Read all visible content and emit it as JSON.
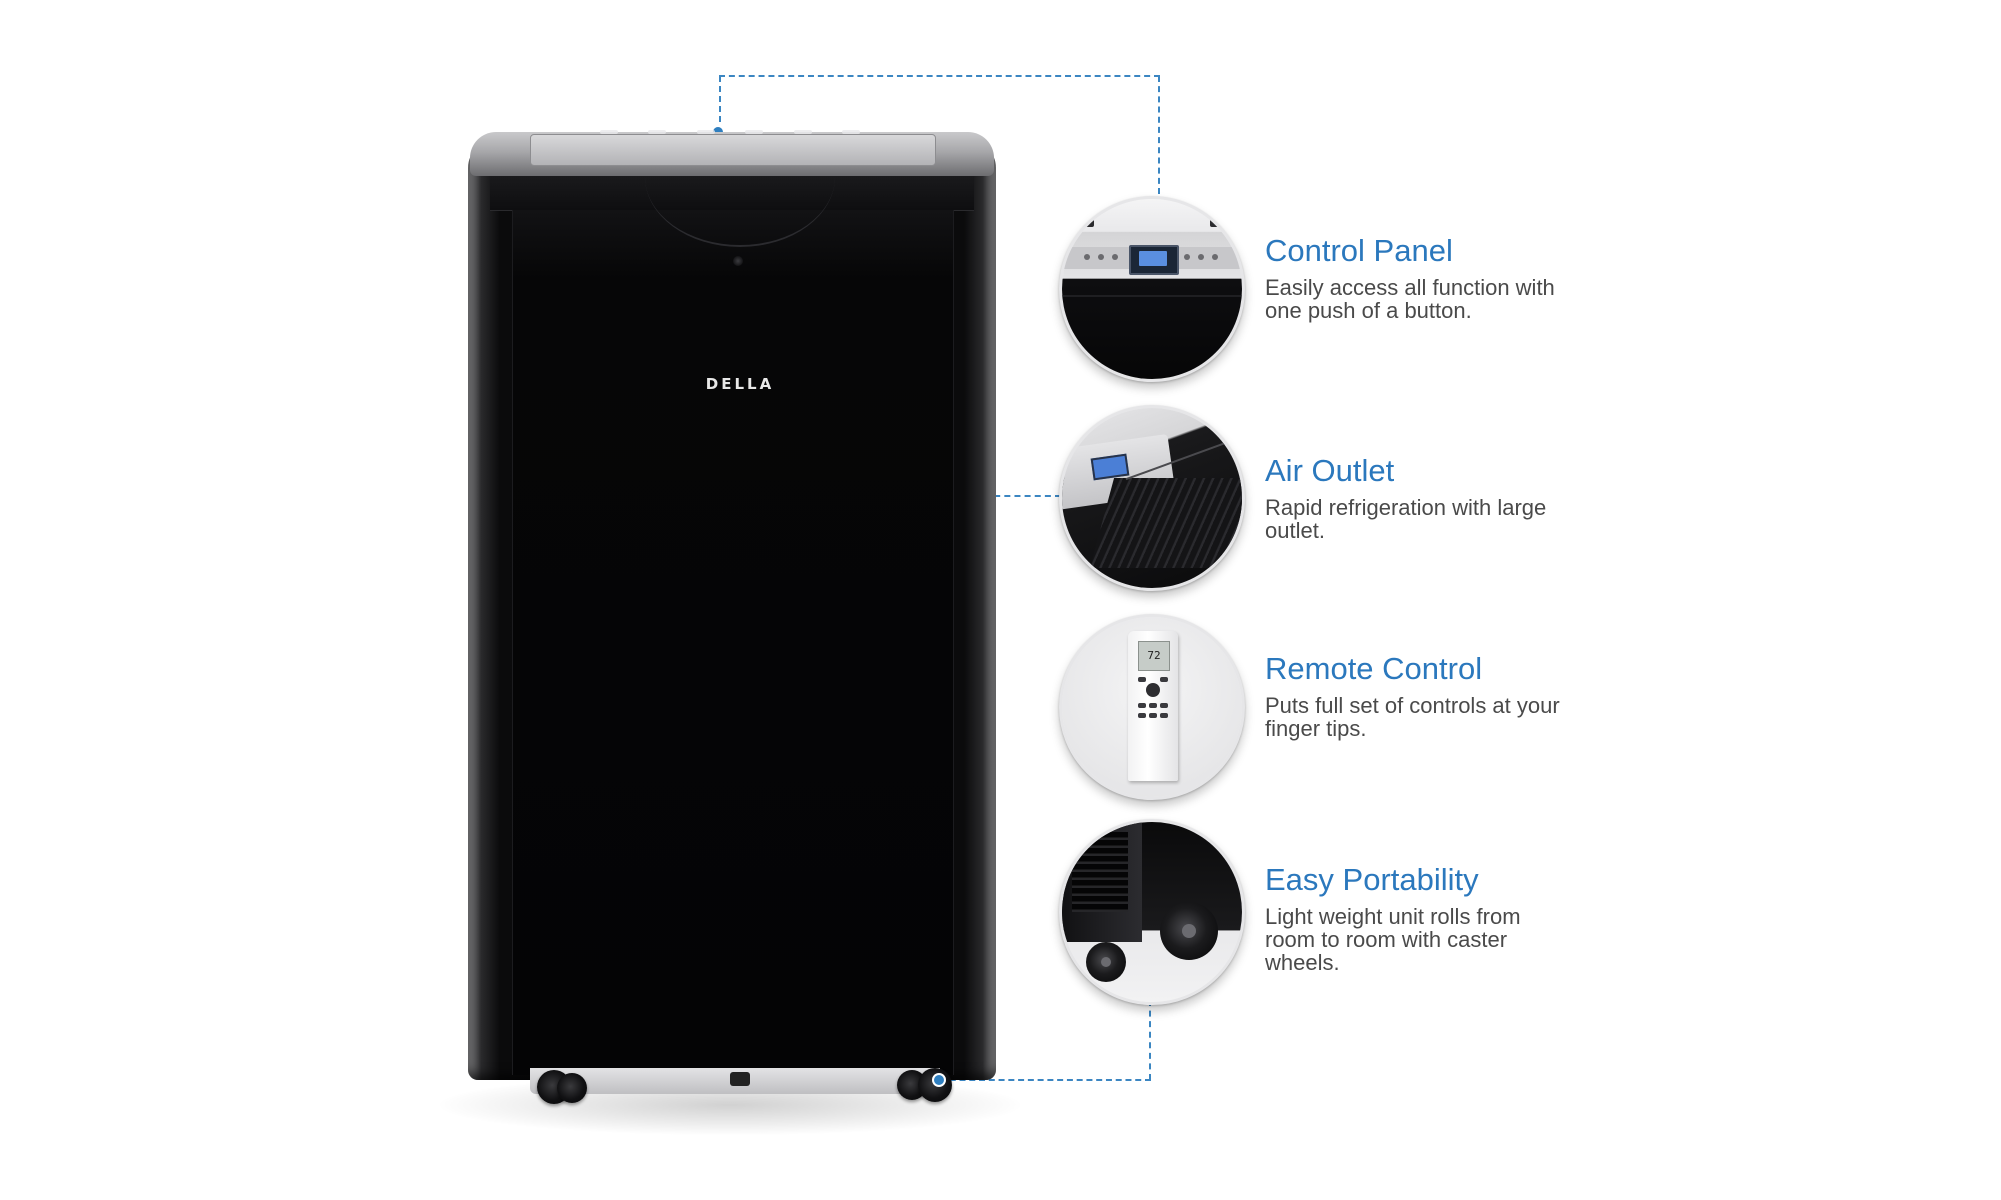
{
  "product": {
    "brand_logo": "DELLA"
  },
  "features": [
    {
      "title": "Control Panel",
      "description": "Easily access all function with one push of a button.",
      "icon": "control-panel-closeup"
    },
    {
      "title": "Air Outlet",
      "description": "Rapid refrigeration with large outlet.",
      "icon": "air-outlet-closeup"
    },
    {
      "title": "Remote Control",
      "description": "Puts full set of controls at your finger tips.",
      "icon": "remote-control-closeup",
      "remote_display": "72"
    },
    {
      "title": "Easy Portability",
      "description": "Light weight unit rolls from room to room with caster wheels.",
      "icon": "caster-wheels-closeup"
    }
  ],
  "colors": {
    "accent": "#2b78bd",
    "callout_line": "#3b86c2",
    "body_text": "#4a4a4a",
    "unit_body": "#050506"
  }
}
